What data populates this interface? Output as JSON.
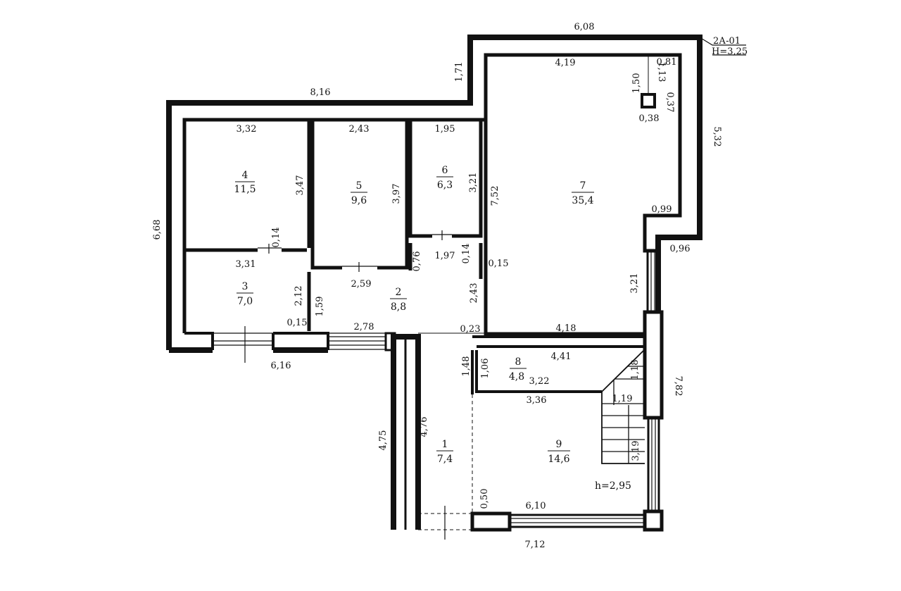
{
  "stamp": {
    "code": "2А-01",
    "height": "H=3,25"
  },
  "rooms": [
    {
      "id": "r1",
      "number": "1",
      "area": "7,4"
    },
    {
      "id": "r2",
      "number": "2",
      "area": "8,8"
    },
    {
      "id": "r3",
      "number": "3",
      "area": "7,0"
    },
    {
      "id": "r4",
      "number": "4",
      "area": "11,5"
    },
    {
      "id": "r5",
      "number": "5",
      "area": "9,6"
    },
    {
      "id": "r6",
      "number": "6",
      "area": "6,3"
    },
    {
      "id": "r7",
      "number": "7",
      "area": "35,4"
    },
    {
      "id": "r8",
      "number": "8",
      "area": "4,8"
    },
    {
      "id": "r9",
      "number": "9",
      "area": "14,6"
    }
  ],
  "annotations": {
    "lower_height": "h=2,95"
  },
  "dims": {
    "d608": "6,08",
    "d171": "1,71",
    "d816": "8,16",
    "d668": "6,68",
    "d532": "5,32",
    "d419": "4,19",
    "d150": "1,50",
    "d113": "1,13",
    "d081": "0,81",
    "d037": "0,37",
    "d038": "0,38",
    "d332": "3,32",
    "d243": "2,43",
    "d195": "1,95",
    "d347": "3,47",
    "d397": "3,97",
    "d321a": "3,21",
    "d752": "7,52",
    "d099": "0,99",
    "d096": "0,96",
    "d014a": "0,14",
    "d331": "3,31",
    "d076": "0,76",
    "d197": "1,97",
    "d014b": "0,14",
    "d015a": "0,15",
    "d321b": "3,21",
    "d259": "2,59",
    "d212": "2,12",
    "d159": "1,59",
    "d243b": "2,43",
    "d015b": "0,15",
    "d278": "2,78",
    "d023": "0,23",
    "d418": "4,18",
    "d616": "6,16",
    "d441": "4,41",
    "d148": "1,48",
    "d106": "1,06",
    "d322": "3,22",
    "d118": "1,18",
    "d782": "7,82",
    "d336": "3,36",
    "d119": "1,19",
    "d476": "4,76",
    "d475": "4,75",
    "d319": "3,19",
    "d050": "0,50",
    "d610": "6,10",
    "d712": "7,12"
  }
}
